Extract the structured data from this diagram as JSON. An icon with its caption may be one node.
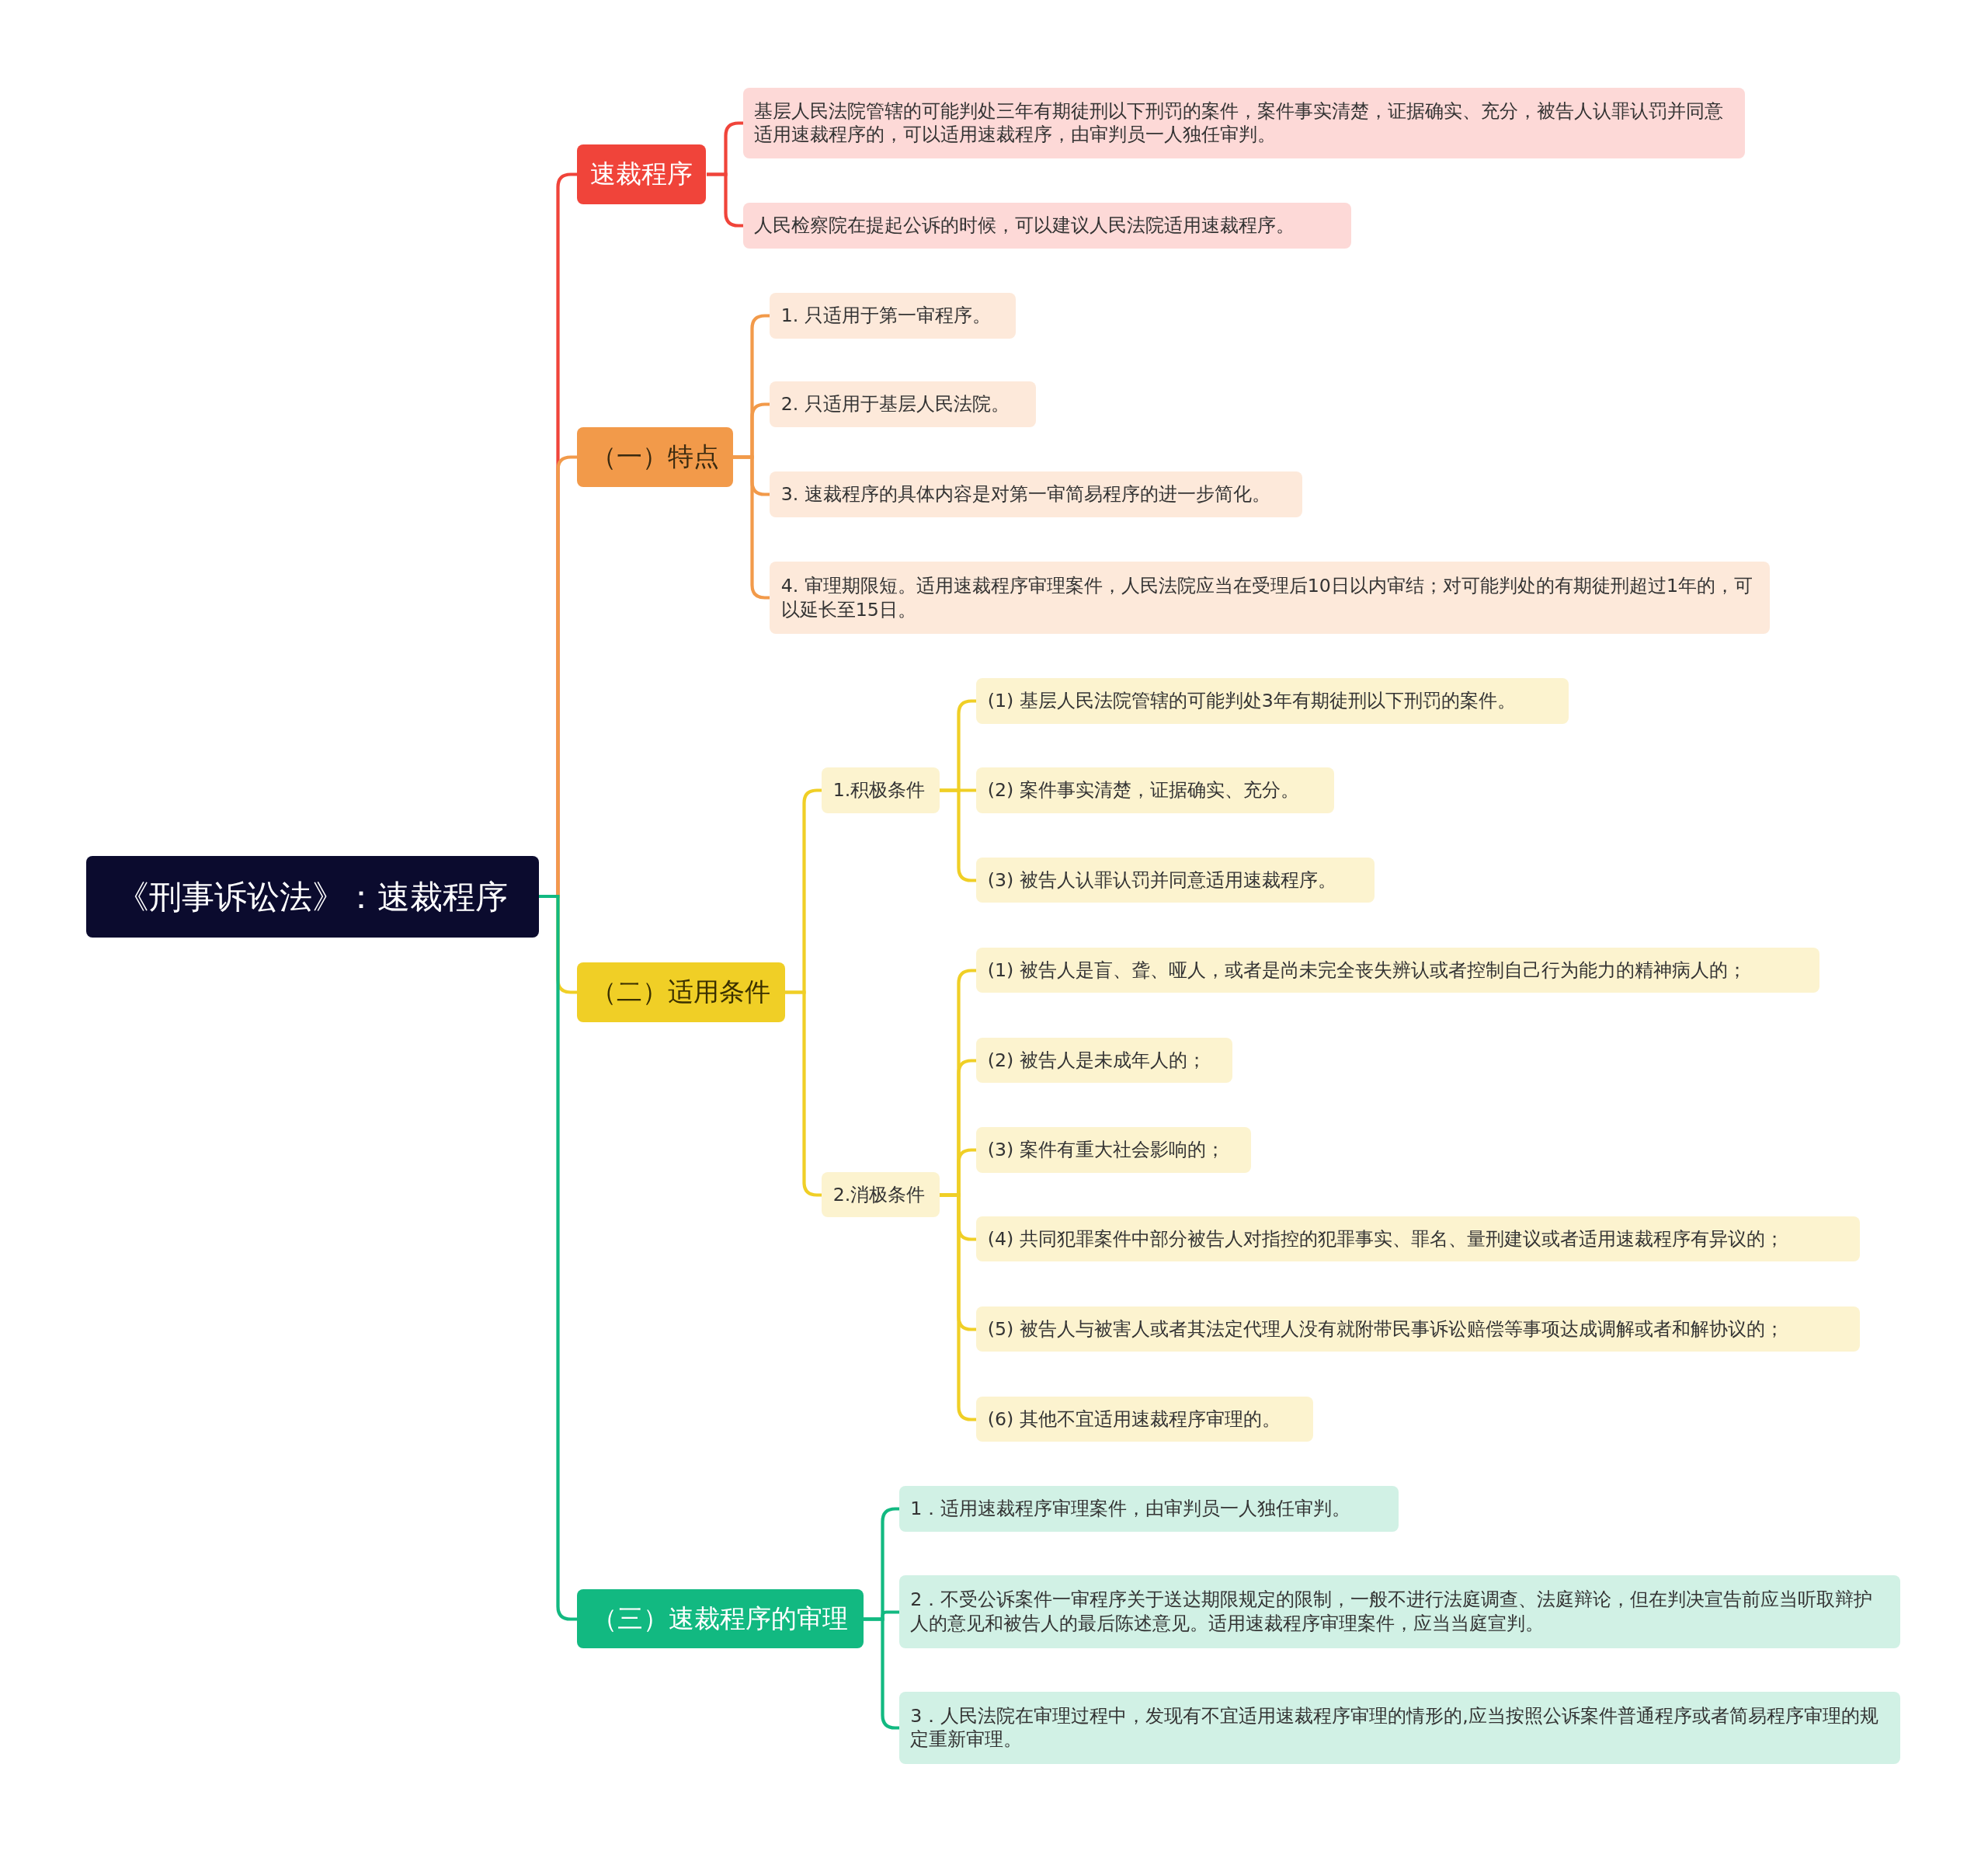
{
  "diagram": {
    "nodes": [
      {
        "text": [
          "《刑事诉讼法》：速裁程序"
        ]
      },
      {
        "text": [
          "速裁程序"
        ]
      },
      {
        "text": [
          "基层人民法院管辖的可能判处三年有期徒刑以下刑罚的案件，案件事实清楚，证据确实、充分，被告人认罪认罚并同意适用速裁程序的，可以适用速裁程序，由审判员一人独任审判。"
        ]
      },
      {
        "text": [
          "人民检察院在提起公诉的时候，可以建议人民法院适用速裁程序。"
        ]
      },
      {
        "text": [
          "（一）特点"
        ]
      },
      {
        "text": [
          "1. 只适用于第一审程序。"
        ]
      },
      {
        "text": [
          "2. 只适用于基层人民法院。"
        ]
      },
      {
        "text": [
          "3. 速裁程序的具体内容是对第一审简易程序的进一步简化。"
        ]
      },
      {
        "text": [
          "4. 审理期限短。适用速裁程序审理案件，人民法院应当在受理后10日以内审结；对可能判处的有期徒刑超过1年的，可以延长至15日。"
        ]
      },
      {
        "text": [
          "（二）适用条件"
        ]
      },
      {
        "text": [
          "1.积极条件"
        ]
      },
      {
        "text": [
          "(1) 基层人民法院管辖的可能判处3年有期徒刑以下刑罚的案件。"
        ]
      },
      {
        "text": [
          "(2) 案件事实清楚，证据确实、充分。"
        ]
      },
      {
        "text": [
          "(3) 被告人认罪认罚并同意适用速裁程序。"
        ]
      },
      {
        "text": [
          "2.消极条件"
        ]
      },
      {
        "text": [
          "(1) 被告人是盲、聋、哑人，或者是尚未完全丧失辨认或者控制自己行为能力的精神病人的；"
        ]
      },
      {
        "text": [
          "(2) 被告人是未成年人的；"
        ]
      },
      {
        "text": [
          "(3) 案件有重大社会影响的；"
        ]
      },
      {
        "text": [
          "(4) 共同犯罪案件中部分被告人对指控的犯罪事实、罪名、量刑建议或者适用速裁程序有异议的；"
        ]
      },
      {
        "text": [
          "(5) 被告人与被害人或者其法定代理人没有就附带民事诉讼赔偿等事项达成调解或者和解协议的；"
        ]
      },
      {
        "text": [
          "(6) 其他不宜适用速裁程序审理的。"
        ]
      },
      {
        "text": [
          "（三）速裁程序的审理"
        ]
      },
      {
        "text": [
          "1．适用速裁程序审理案件，由审判员一人独任审判。"
        ]
      },
      {
        "text": [
          "2．不受公诉案件一审程序关于送达期限规定的限制，一般不进行法庭调查、法庭辩论，但在判决宣告前应当听取辩护人的意见和被告人的最后陈述意见。适用速裁程序审理案件，应当当庭宣判。"
        ]
      },
      {
        "text": [
          "3．人民法院在审理过程中，发现有不宜适用速裁程序审理的情形的,应当按照公诉案件普通程序或者简易程序审理的规定重新审理。"
        ]
      }
    ],
    "edges": [
      {
        "from": 0,
        "to": 1,
        "arrow": "none",
        "color": "#f0443a"
      },
      {
        "from": 0,
        "to": 4,
        "arrow": "none",
        "color": "#f29a4a"
      },
      {
        "from": 0,
        "to": 9,
        "arrow": "none",
        "color": "#f0cf26"
      },
      {
        "from": 0,
        "to": 21,
        "arrow": "none",
        "color": "#12b981"
      },
      {
        "from": 1,
        "to": 2,
        "arrow": "none",
        "color": "#f0443a"
      },
      {
        "from": 1,
        "to": 3,
        "arrow": "none",
        "color": "#f0443a"
      },
      {
        "from": 4,
        "to": 5,
        "arrow": "none",
        "color": "#f29a4a"
      },
      {
        "from": 4,
        "to": 6,
        "arrow": "none",
        "color": "#f29a4a"
      },
      {
        "from": 4,
        "to": 7,
        "arrow": "none",
        "color": "#f29a4a"
      },
      {
        "from": 4,
        "to": 8,
        "arrow": "none",
        "color": "#f29a4a"
      },
      {
        "from": 9,
        "to": 10,
        "arrow": "none",
        "color": "#f0cf26"
      },
      {
        "from": 9,
        "to": 14,
        "arrow": "none",
        "color": "#f0cf26"
      },
      {
        "from": 10,
        "to": 11,
        "arrow": "none",
        "color": "#f0cf26"
      },
      {
        "from": 10,
        "to": 12,
        "arrow": "none",
        "color": "#f0cf26"
      },
      {
        "from": 10,
        "to": 13,
        "arrow": "none",
        "color": "#f0cf26"
      },
      {
        "from": 14,
        "to": 15,
        "arrow": "none",
        "color": "#f0cf26"
      },
      {
        "from": 14,
        "to": 16,
        "arrow": "none",
        "color": "#f0cf26"
      },
      {
        "from": 14,
        "to": 17,
        "arrow": "none",
        "color": "#f0cf26"
      },
      {
        "from": 14,
        "to": 18,
        "arrow": "none",
        "color": "#f0cf26"
      },
      {
        "from": 14,
        "to": 19,
        "arrow": "none",
        "color": "#f0cf26"
      },
      {
        "from": 14,
        "to": 20,
        "arrow": "none",
        "color": "#f0cf26"
      },
      {
        "from": 21,
        "to": 22,
        "arrow": "none",
        "color": "#12b981"
      },
      {
        "from": 21,
        "to": 23,
        "arrow": "none",
        "color": "#12b981"
      },
      {
        "from": 21,
        "to": 24,
        "arrow": "none",
        "color": "#12b981"
      }
    ]
  }
}
